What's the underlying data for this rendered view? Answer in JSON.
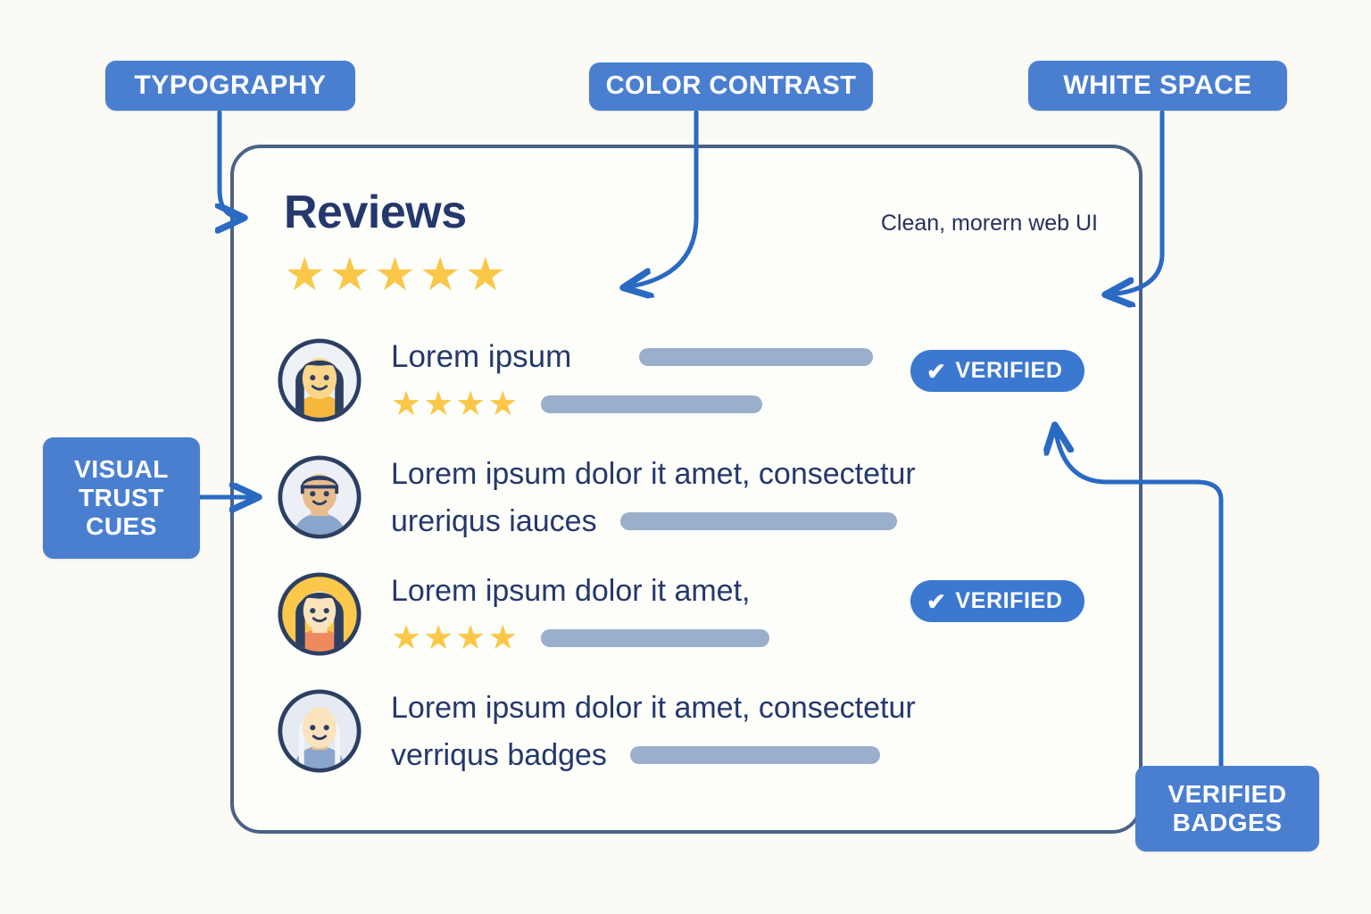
{
  "theme": {
    "background": "#fbfaf5",
    "callout_blue": "#4a7fd0",
    "connector_blue": "#2a6ac4",
    "card_border": "#4c6285",
    "card_bg": "#fdfdfa",
    "title_navy": "#24386b",
    "star_yellow": "#fac748",
    "placeholder_gray": "#9aafcc",
    "badge_blue": "#3b78cf"
  },
  "callouts": [
    {
      "id": "typography",
      "label": "TYPOGRAPHY",
      "lines": [
        "TYPOGRAPHY"
      ]
    },
    {
      "id": "color-contrast",
      "label": "COLOR CONTRAST",
      "lines": [
        "COLOR CONTRAST"
      ]
    },
    {
      "id": "white-space",
      "label": "WHITE SPACE",
      "lines": [
        "WHITE SPACE"
      ]
    },
    {
      "id": "visual-trust-cues",
      "label": "VISUAL TRUST CUES",
      "lines": [
        "VISUAL",
        "TRUST",
        "CUES"
      ]
    },
    {
      "id": "verified-badges",
      "label": "VERIFIED BADGES",
      "lines": [
        "VERIFIED",
        "BADGES"
      ]
    }
  ],
  "card": {
    "title": "Reviews",
    "caption": "Clean, morern web UI",
    "header_rating": 5,
    "header_stars": [
      "★",
      "★",
      "★",
      "★",
      "★"
    ]
  },
  "reviews": [
    {
      "avatar": "woman-dark-hair-orange-top",
      "line1": "Lorem ipsum",
      "line2": "",
      "rating": 4,
      "stars": [
        "★",
        "★",
        "★",
        "★"
      ],
      "verified": true,
      "verified_label": "VERIFIED",
      "bar_top_width": 262,
      "bar_second_width": 248
    },
    {
      "avatar": "man-navy-hair-blue-top",
      "line1": "Lorem ipsum dolor it amet, consectetur",
      "line2": "ureriqus iauces",
      "rating": 0,
      "stars": [],
      "verified": false,
      "verified_label": "",
      "bar_top_width": 0,
      "bar_second_width": 310
    },
    {
      "avatar": "woman-yellow-bg-coral-top",
      "line1": "Lorem ipsum dolor it amet,",
      "line2": "",
      "rating": 4,
      "stars": [
        "★",
        "★",
        "★",
        "★"
      ],
      "verified": true,
      "verified_label": "VERIFIED",
      "bar_top_width": 0,
      "bar_second_width": 256
    },
    {
      "avatar": "bald-person-blue-top",
      "line1": "Lorem ipsum dolor it amet, consectetur",
      "line2": "verriqus badges",
      "rating": 0,
      "stars": [],
      "verified": false,
      "verified_label": "",
      "bar_top_width": 0,
      "bar_second_width": 280
    }
  ],
  "icons": {
    "check": "✔",
    "star": "★"
  }
}
